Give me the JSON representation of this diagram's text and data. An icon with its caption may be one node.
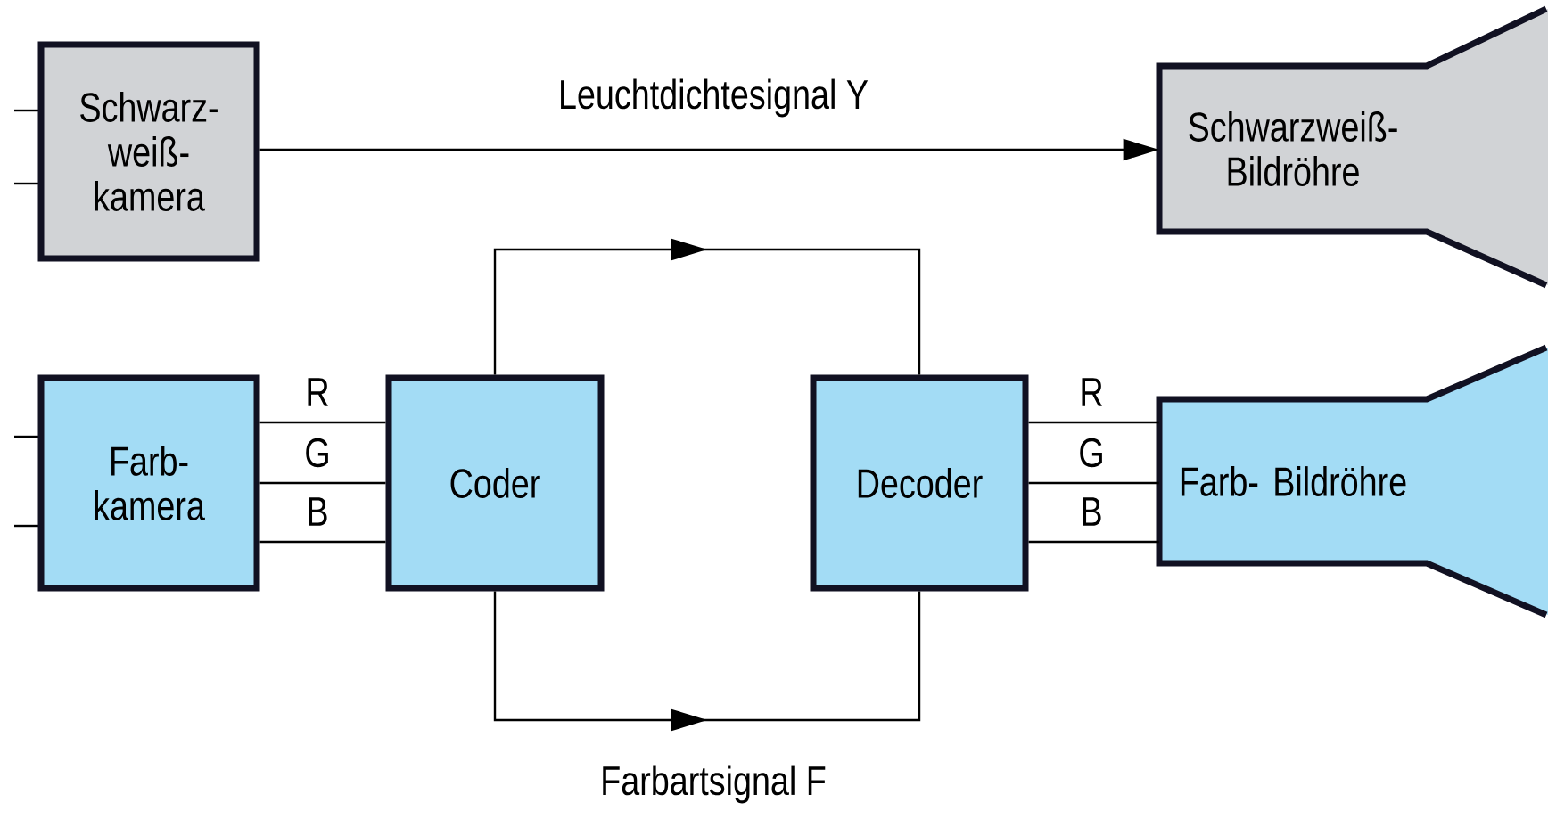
{
  "diagram": {
    "nodes": [
      {
        "text": [
          "Schwarz- weiß- kamera"
        ]
      },
      {
        "text": [
          "Schwarzweiß- Bildröhre"
        ]
      },
      {
        "text": [
          "Farb- kamera"
        ]
      },
      {
        "text": [
          "Coder"
        ]
      },
      {
        "text": [
          "Decoder"
        ]
      },
      {
        "text": [
          "Farb- Bildröhre"
        ]
      }
    ],
    "edges": [
      {
        "from": 0,
        "to": 1,
        "arrow": "to",
        "label": "Leuchtdichtesignal Y"
      },
      {
        "from": 2,
        "to": 3,
        "arrow": "none",
        "label": "R"
      },
      {
        "from": 2,
        "to": 3,
        "arrow": "none",
        "label": "G"
      },
      {
        "from": 2,
        "to": 3,
        "arrow": "none",
        "label": "B"
      },
      {
        "from": 3,
        "to": 4,
        "arrow": "to"
      },
      {
        "from": 3,
        "to": 4,
        "arrow": "to",
        "label": "Farbartsignal F"
      },
      {
        "from": 4,
        "to": 5,
        "arrow": "none",
        "label": "R"
      },
      {
        "from": 4,
        "to": 5,
        "arrow": "none",
        "label": "G"
      },
      {
        "from": 4,
        "to": 5,
        "arrow": "none",
        "label": "B"
      }
    ]
  }
}
